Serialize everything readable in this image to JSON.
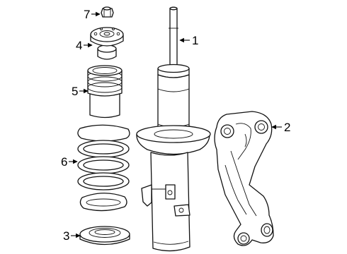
{
  "callouts": {
    "strut": "1",
    "knuckle": "2",
    "lower_seat": "3",
    "upper_mount": "4",
    "bump_boot": "5",
    "coil_spring": "6",
    "mount_nut": "7"
  },
  "colors": {
    "line": "#111111",
    "background": "#ffffff"
  }
}
